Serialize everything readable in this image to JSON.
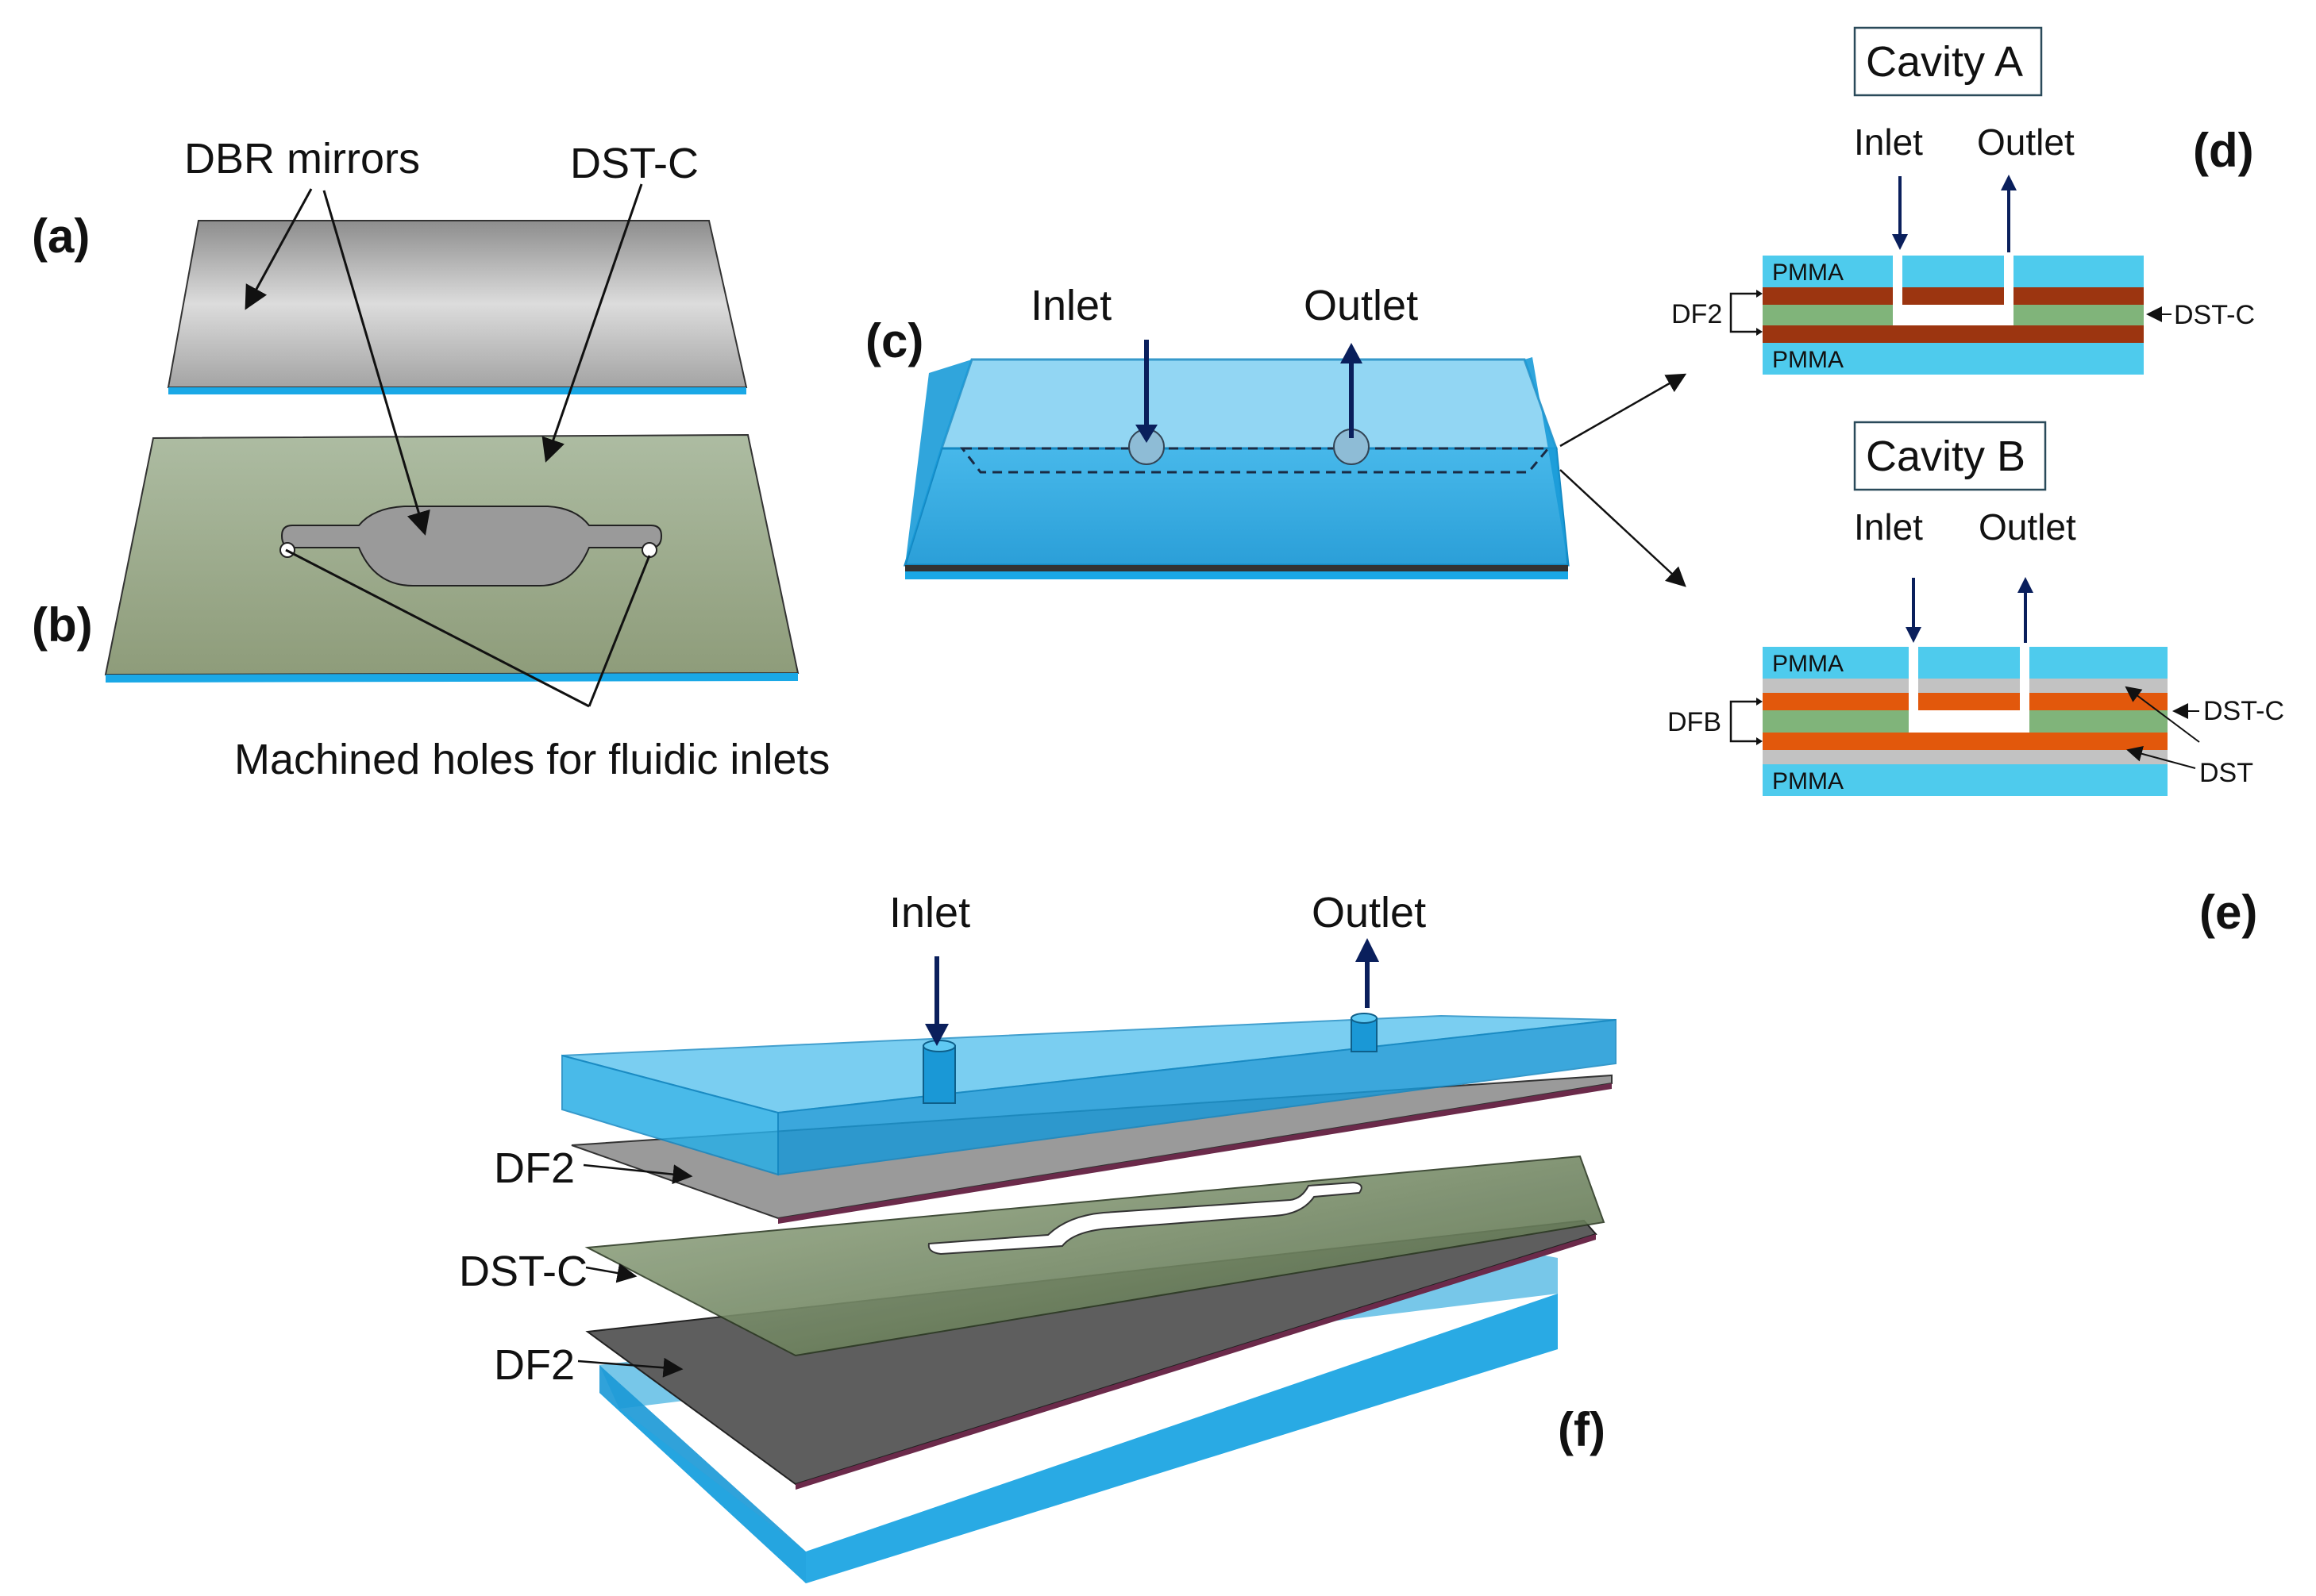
{
  "panels": {
    "a": "(a)",
    "b": "(b)",
    "c": "(c)",
    "d": "(d)",
    "e": "(e)",
    "f": "(f)"
  },
  "panel_ab": {
    "dbr_mirrors": "DBR  mirrors",
    "dst_c": "DST-C",
    "machined_holes": "Machined holes for fluidic inlets"
  },
  "panel_c": {
    "inlet": "Inlet",
    "outlet": "Outlet"
  },
  "cavity_a": {
    "title": "Cavity A",
    "inlet": "Inlet",
    "outlet": "Outlet",
    "pmma_top": "PMMA",
    "pmma_bottom": "PMMA",
    "df": "DF2",
    "dst_c": "DST-C"
  },
  "cavity_b": {
    "title": "Cavity B",
    "inlet": "Inlet",
    "outlet": "Outlet",
    "pmma_top": "PMMA",
    "pmma_bottom": "PMMA",
    "df": "DFB",
    "dst_c": "DST-C",
    "dst": "DST"
  },
  "panel_f": {
    "inlet": "Inlet",
    "outlet": "Outlet",
    "df2_top": "DF2",
    "dst_c": "DST-C",
    "df2_bottom": "DF2"
  },
  "colors": {
    "pmma": "#4ecbed",
    "dark_brown": "#9c3510",
    "orange": "#e2580c",
    "green": "#80b47a",
    "gray": "#c2c2c2",
    "arrow": "#0a1f5c",
    "device_blue": "#1aa8e6"
  }
}
